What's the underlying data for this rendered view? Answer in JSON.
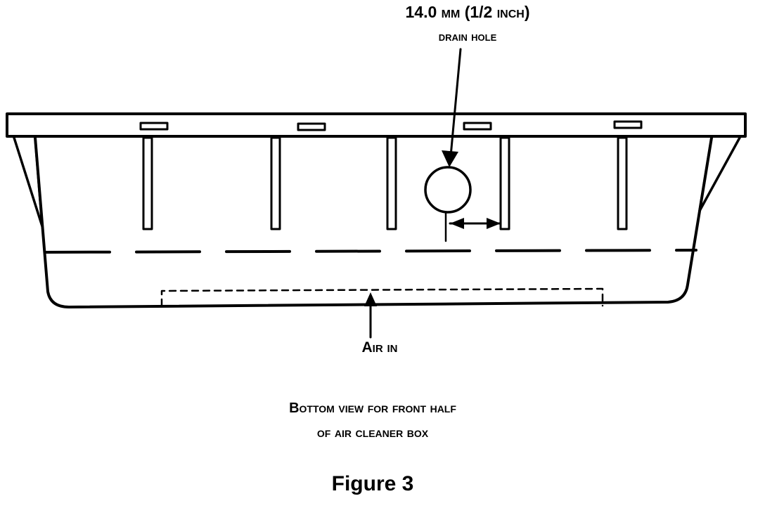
{
  "drain_callout": {
    "dimension": "14.0 mm (1/2 inch)",
    "description": "drain hole"
  },
  "air_inlet_label": "Air in",
  "caption": {
    "line1": "Bottom view for front half",
    "line2": "of air cleaner box"
  },
  "figure_label": "Figure 3",
  "colors": {
    "ink": "#000000",
    "paper": "#ffffff"
  }
}
